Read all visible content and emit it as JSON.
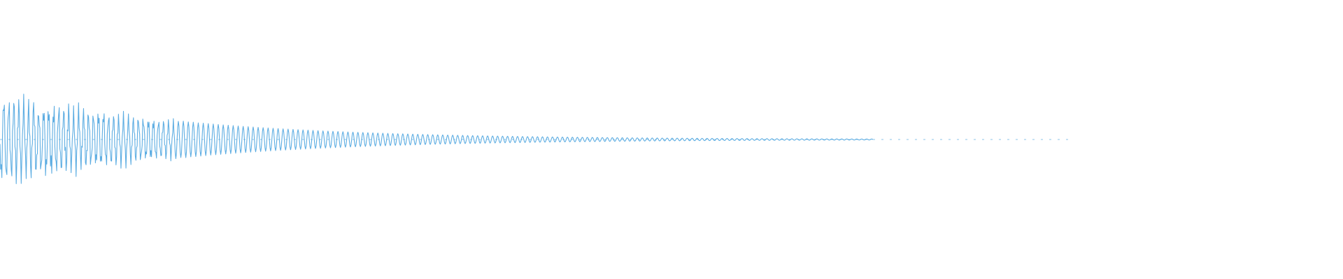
{
  "waveform": {
    "color": "#5dade2",
    "background": "#ffffff",
    "visible_fraction_of_width": 0.65,
    "cycles_visible": 175,
    "decay": "exponential"
  }
}
